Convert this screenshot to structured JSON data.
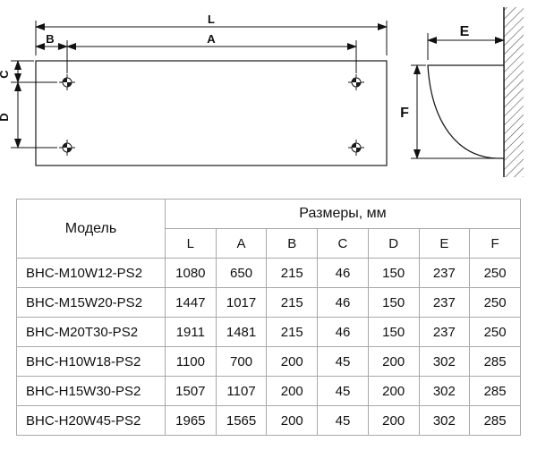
{
  "diagram": {
    "labels": {
      "L": "L",
      "A": "A",
      "B": "B",
      "C": "C",
      "D": "D",
      "E": "E",
      "F": "F"
    }
  },
  "table": {
    "model_header": "Модель",
    "size_header": "Размеры, мм",
    "columns": [
      "L",
      "A",
      "B",
      "C",
      "D",
      "E",
      "F"
    ],
    "rows": [
      {
        "model": "BHC-M10W12-PS2",
        "values": [
          "1080",
          "650",
          "215",
          "46",
          "150",
          "237",
          "250"
        ]
      },
      {
        "model": "BHC-M15W20-PS2",
        "values": [
          "1447",
          "1017",
          "215",
          "46",
          "150",
          "237",
          "250"
        ]
      },
      {
        "model": "BHC-M20T30-PS2",
        "values": [
          "1911",
          "1481",
          "215",
          "46",
          "150",
          "237",
          "250"
        ]
      },
      {
        "model": "BHC-H10W18-PS2",
        "values": [
          "1100",
          "700",
          "200",
          "45",
          "200",
          "302",
          "285"
        ]
      },
      {
        "model": "BHC-H15W30-PS2",
        "values": [
          "1507",
          "1107",
          "200",
          "45",
          "200",
          "302",
          "285"
        ]
      },
      {
        "model": "BHC-H20W45-PS2",
        "values": [
          "1965",
          "1565",
          "200",
          "45",
          "200",
          "302",
          "285"
        ]
      }
    ]
  }
}
